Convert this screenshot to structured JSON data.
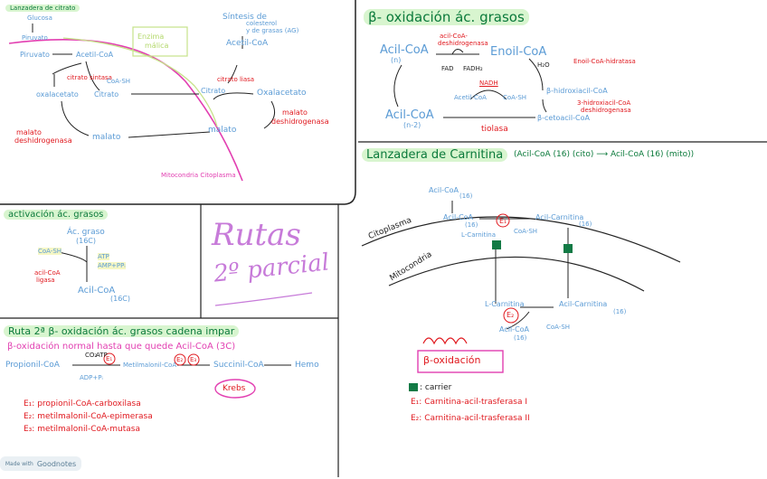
{
  "lanzadera_citrato": {
    "title": "Lanzadera de citrato",
    "labels": {
      "glucosa": "Glucosa",
      "piruvato_top": "Piruvato",
      "piruvato": "Piruvato",
      "acetilcoa": "Acetil-CoA",
      "sintesis": "Síntesis de",
      "sintesis2": "colesterol",
      "sintesis3": "y de grasas (AG)",
      "acetilcoa_right": "Acetil-CoA",
      "oxalacetato": "oxalacetato",
      "coash": "CoA-SH",
      "citrato": "Citrato",
      "citrato_right": "Citrato",
      "oxalacetato_right": "Oxalacetato",
      "malato": "malato",
      "malato_right": "malato",
      "malato_deshidro": "malato",
      "malato_deshidro2": "deshidrogenasa",
      "malato_deshidro_right": "malato",
      "malato_deshidro_right2": "deshidrogenasa",
      "citrato_sintasa": "citrato sintasa",
      "citrato_liasa": "citrato liasa",
      "enzima_malica": "Enzima",
      "enzima_malica2": "málica",
      "membrana": "Mitocondria Citoplasma"
    }
  },
  "beta_oxidacion": {
    "title": "β- oxidación ác. grasos",
    "labels": {
      "acilcoa_n": "Acil-CoA",
      "n": "(n)",
      "acilcoa_deshidro": "acil-CoA-",
      "acilcoa_deshidro2": "deshidrogenasa",
      "fad": "FAD",
      "fadh2": "FADH₂",
      "enoilcoa": "Enoil-CoA",
      "h2o": "H₂O",
      "enoil_hidratasa": "Enoil-CoA-hidratasa",
      "hidroxiacil": "β-hidroxiacil-CoA",
      "hidroxiacil_deshidro": "3-hidroxiacil-CoA",
      "hidroxiacil_deshidro2": "deshidrogenasa",
      "nadh": "NADH",
      "acetilcoa": "Acetil-CoA",
      "coash": "CoA-SH",
      "acilcoa_n2": "Acil-CoA",
      "n2": "(n-2)",
      "cetoacil": "β-cetoacil-CoA",
      "tiolasa": "tiolasa"
    }
  },
  "carnitina": {
    "title": "Lanzadera de Carnitina",
    "subtitle": "(Acil-CoA (16) (cito) ⟶ Acil-CoA (16) (mito))",
    "labels": {
      "acilcoa_top": "Acil-CoA",
      "n16_a": "(16)",
      "acilcoa_left": "Acil-CoA",
      "n16_b": "(16)",
      "acilcarnitina_top": "Acil-Carnitina",
      "n16_c": "(16)",
      "lcarnitina_top": "L-Carnitina",
      "coash_top": "CoA-SH",
      "citoplasma": "Citoplasma",
      "mitocondria": "Mitocondria",
      "lcarnitina_bot": "L-Carnitina",
      "acilcarnitina_bot": "Acil-Carnitina",
      "n16_d": "(16)",
      "acilcoa_bot": "Acil-CoA",
      "n16_e": "(16)",
      "coash_bot": "CoA-SH",
      "e1": "E₁",
      "e2": "E₂",
      "beta_box": "β-oxidación",
      "carrier": ": carrier",
      "e1_def": "E₁: Carnitina-acil-trasferasa I",
      "e2_def": "E₂: Carnitina-acil-trasferasa II"
    }
  },
  "activacion": {
    "title": "activación ác. grasos",
    "labels": {
      "ac_graso": "Ác. graso",
      "ac_graso2": "(16C)",
      "coash": "CoA-SH",
      "atp": "ATP",
      "amp": "AMP+PPᵢ",
      "acilcoa_ligasa": "acil-CoA",
      "acilcoa_ligasa2": "ligasa",
      "acilcoa": "Acil-CoA",
      "acilcoa2": "(16C)"
    }
  },
  "rutas": {
    "line1": "Rutas",
    "line2": "2º parcial"
  },
  "ruta2": {
    "title": "Ruta 2ª β- oxidación ác. grasos cadena impar",
    "bullet": "β-oxidación normal hasta que quede Acil-CoA (3C)",
    "labels": {
      "propionil": "Propionil-CoA",
      "co2": "CO₂",
      "atp": "ATP",
      "adp": "ADP+Pᵢ",
      "metilmalonil": "Metilmalonil-CoA",
      "succinil": "Succinil-CoA",
      "hemo": "Hemo",
      "krebs": "Krebs",
      "e1": "E₁",
      "e2": "E₂",
      "e3": "E₃",
      "e1_def": "E₁: propionil-CoA-carboxilasa",
      "e2_def": "E₂: metilmalonil-CoA-epimerasa",
      "e3_def": "E₃: metilmalonil-CoA-mutasa"
    }
  },
  "footer": {
    "made_with": "Made with",
    "brand": "Goodnotes"
  },
  "colors": {
    "green_title": "#0b7a3b",
    "title_highlight": "#d8f5cf",
    "molecule_blue": "#5b9bd5",
    "enzyme_red": "#e0191f",
    "membrane_pink": "#e23fb1",
    "rutas_purple": "#c77bd9",
    "carrier_green": "#127a45"
  }
}
